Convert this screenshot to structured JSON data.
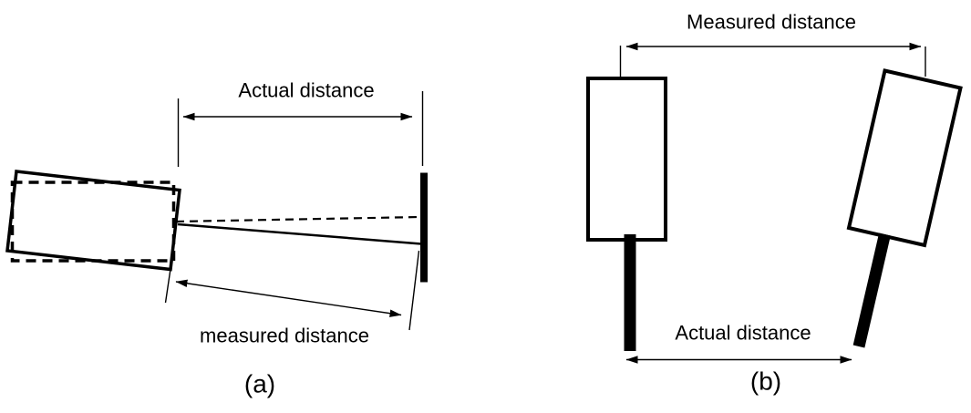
{
  "figure_a": {
    "caption": "(a)",
    "actual_distance_label": "Actual distance",
    "measured_distance_label": "measured distance"
  },
  "figure_b": {
    "caption": "(b)",
    "measured_distance_label": "Measured distance",
    "actual_distance_label": "Actual distance"
  },
  "colors": {
    "ink": "#000000",
    "background": "#ffffff"
  }
}
